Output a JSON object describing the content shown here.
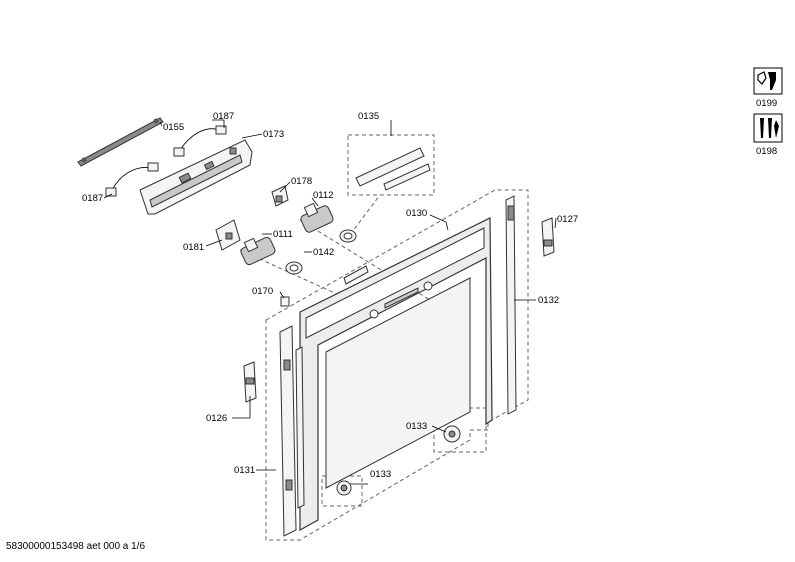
{
  "labels": {
    "p0155": "0155",
    "p0187a": "0187",
    "p0173": "0173",
    "p0187b": "0187",
    "p0178": "0178",
    "p0112": "0112",
    "p0181": "0181",
    "p0111": "0111",
    "p0142": "0142",
    "p0170": "0170",
    "p0135": "0135",
    "p0130": "0130",
    "p0127": "0127",
    "p0132": "0132",
    "p0126": "0126",
    "p0131": "0131",
    "p0133a": "0133",
    "p0133b": "0133",
    "p0199": "0199",
    "p0198": "0198"
  },
  "footer": {
    "text": "58300000153498 aet 000 a 1/6"
  },
  "icons": [
    "wrench-icon",
    "screws-icon"
  ]
}
